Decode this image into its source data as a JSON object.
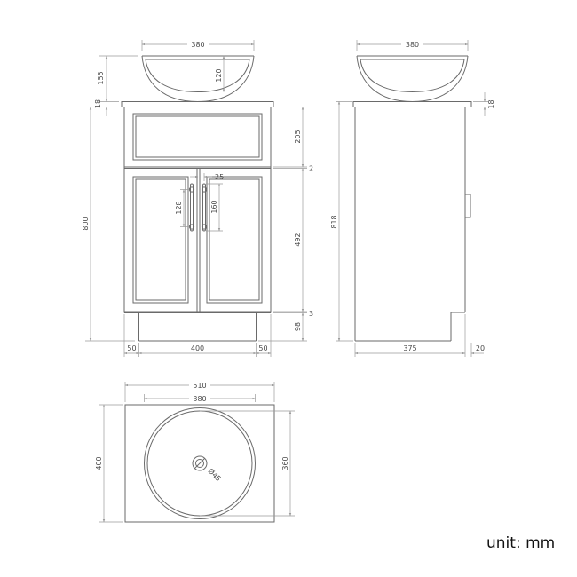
{
  "meta": {
    "unit_label": "unit: mm",
    "colors": {
      "object_line": "#6a6a6a",
      "dimension_line": "#9a9a9a",
      "dimension_text": "#4a4a4a"
    }
  },
  "front_view": {
    "bowl_width": "380",
    "basin_inner_depth": "120",
    "basin_height": "155",
    "countertop_thickness": "18",
    "cabinet_height": "800",
    "top_panel_height": "205",
    "top_gap": "2",
    "handle_offset": "25",
    "handle_hole_spacing": "128",
    "handle_length": "160",
    "door_height": "492",
    "bottom_gap": "3",
    "plinth_height": "98",
    "plinth_inset_left": "50",
    "plinth_width": "400",
    "plinth_inset_right": "50"
  },
  "side_view": {
    "basin_width": "380",
    "countertop_thickness": "18",
    "total_height": "818",
    "cabinet_depth": "375",
    "countertop_overhang": "20"
  },
  "top_view": {
    "countertop_width": "510",
    "basin_diameter": "380",
    "countertop_depth": "400",
    "basin_inner_diameter": "360",
    "drain_diameter": "Ø45"
  }
}
